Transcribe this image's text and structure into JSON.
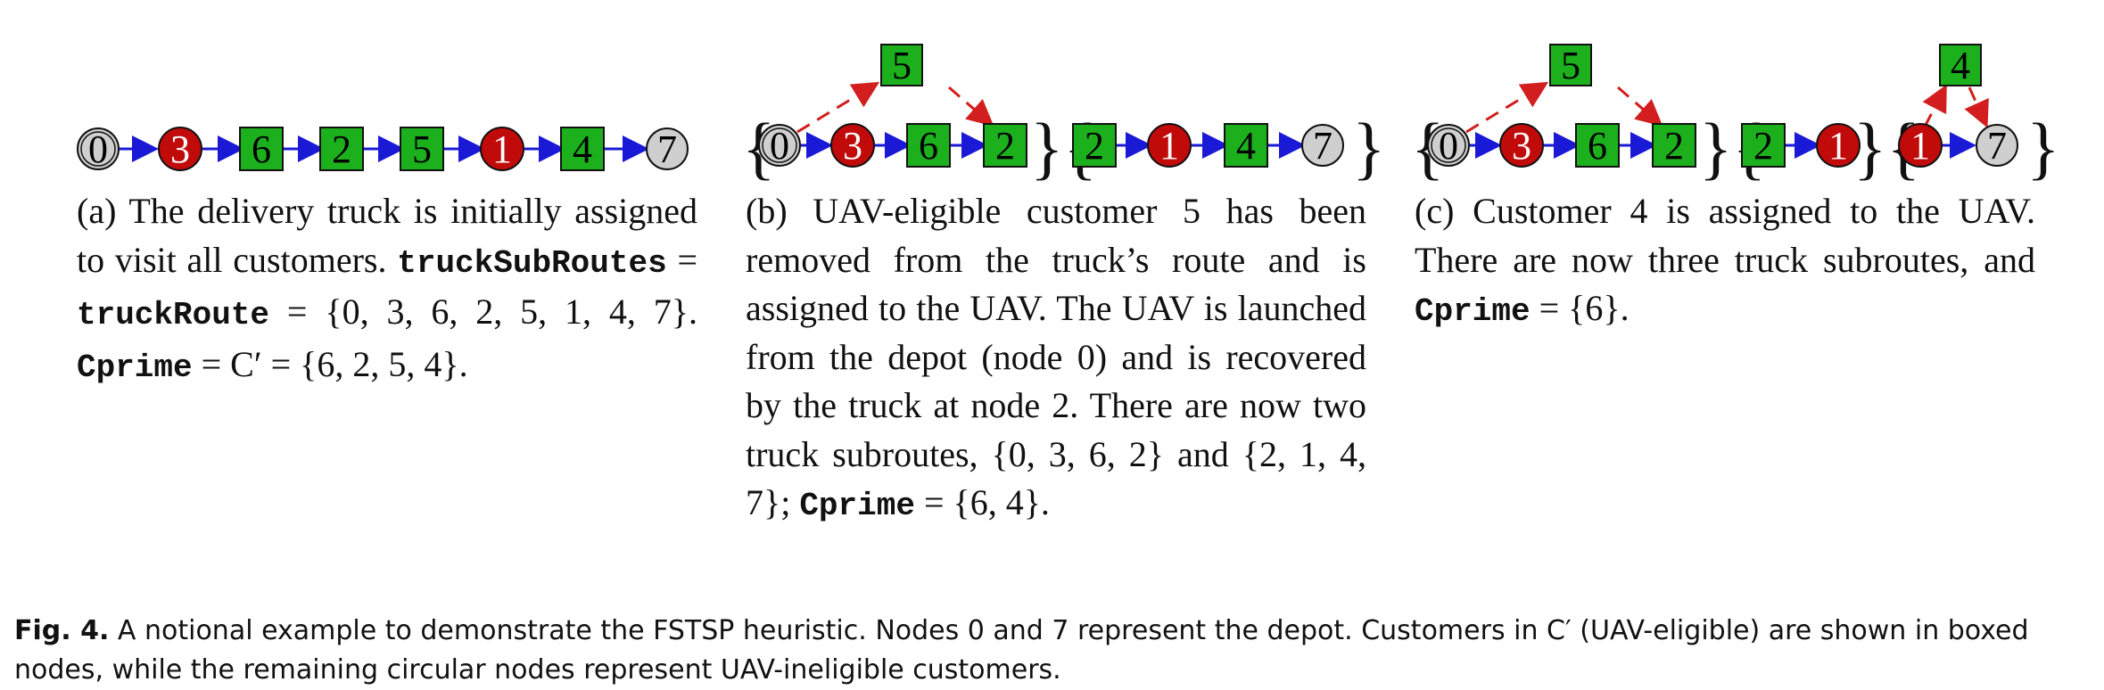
{
  "colors": {
    "truck_edge": "#1a1ad6",
    "uav_edge": "#d21e1e",
    "depot": "#cfcfcf",
    "boxed": "#1db01d",
    "circle_red": "#c10a0a"
  },
  "panels": [
    {
      "caption": [
        "(a) The delivery truck is initially assigned to visit all customers. ",
        "truckSubRoutes",
        " = ",
        "truckRoute",
        " = {0, 3, 6, 2, 5, 1, 4, 7}. ",
        "Cprime",
        " = C′ = {6, 2, 5, 4}."
      ],
      "nodes": [
        "0",
        "3",
        "6",
        "2",
        "5",
        "1",
        "4",
        "7"
      ]
    },
    {
      "caption": [
        "(b) UAV-eligible customer 5 has been removed from the truck’s route and is assigned to the UAV. The UAV is launched from the depot (node 0) and is recovered by the truck at node 2. There are now two truck subroutes, {0, 3, 6, 2} and {2, 1, 4, 7}; ",
        "Cprime",
        " = {6, 4}."
      ],
      "nodes": [
        "0",
        "3",
        "6",
        "2",
        "2",
        "1",
        "4",
        "7",
        "5"
      ]
    },
    {
      "caption": [
        "(c) Customer 4 is assigned to the UAV. There are now three truck subroutes, and ",
        "Cprime",
        " = {6}."
      ],
      "nodes": [
        "0",
        "3",
        "6",
        "2",
        "2",
        "1",
        "1",
        "7",
        "5",
        "4"
      ]
    }
  ],
  "figure_caption": {
    "label": "Fig. 4.",
    "text": "A notional example to demonstrate the FSTSP heuristic. Nodes 0 and 7 represent the depot. Customers in C′ (UAV-eligible) are shown in boxed nodes, while the remaining circular nodes represent UAV-ineligible customers."
  }
}
